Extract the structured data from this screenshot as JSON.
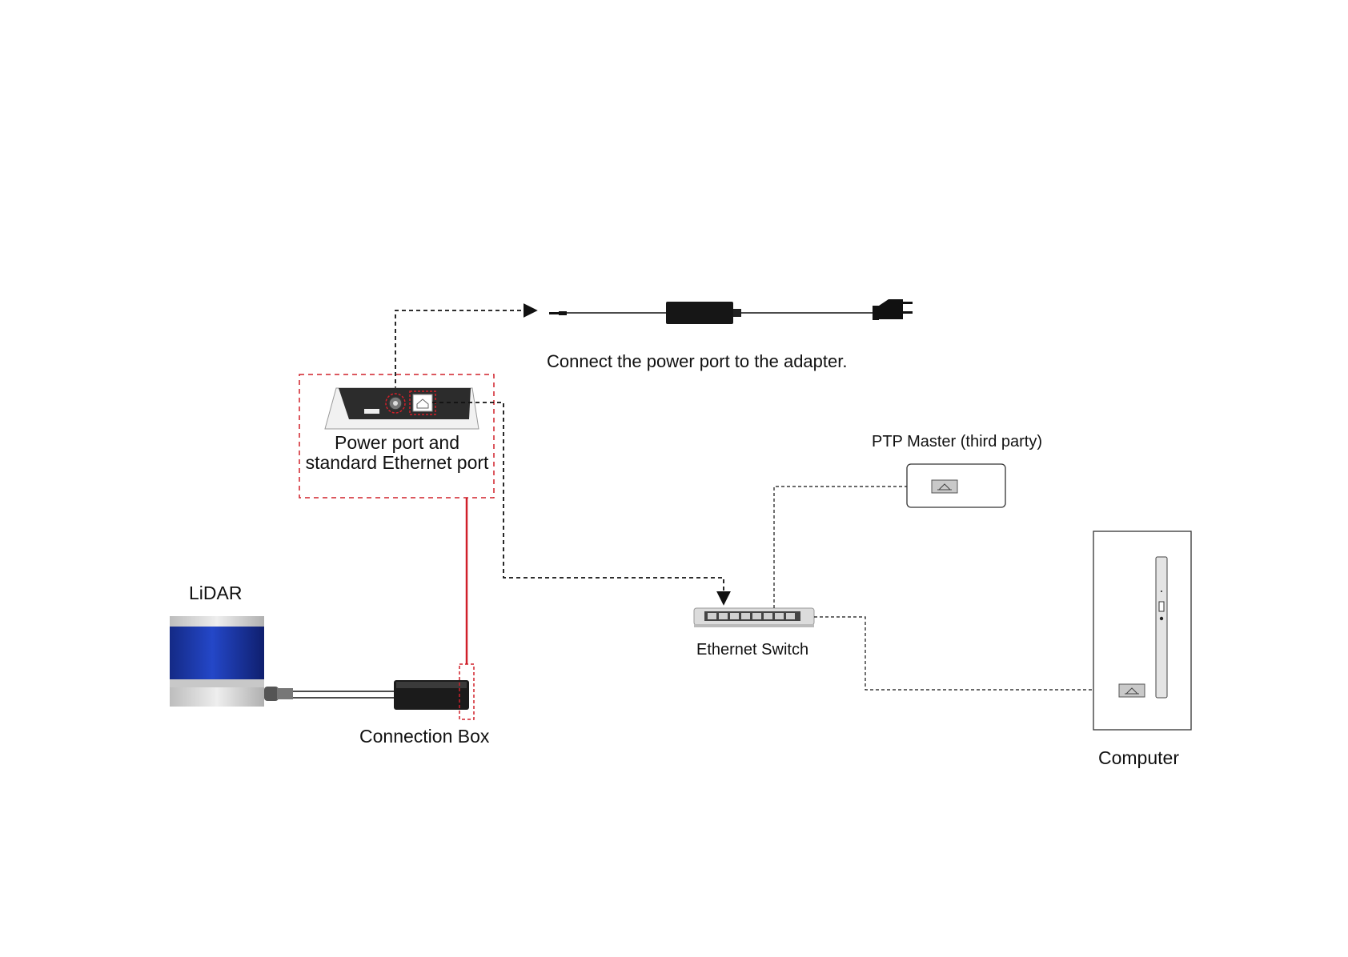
{
  "diagram": {
    "labels": {
      "power_caption": "Connect the power port to the adapter.",
      "port_caption": "Power port and standard Ethernet port",
      "lidar": "LiDAR",
      "connection_box": "Connection Box",
      "ethernet_switch": "Ethernet Switch",
      "ptp_master": "PTP Master (third party)",
      "computer": "Computer"
    },
    "colors": {
      "line": "#111111",
      "highlight": "#d0202a",
      "lidar_blue": "#1a2e8c",
      "device_black": "#1b1b1b",
      "light_gray": "#d9d9d9"
    }
  }
}
